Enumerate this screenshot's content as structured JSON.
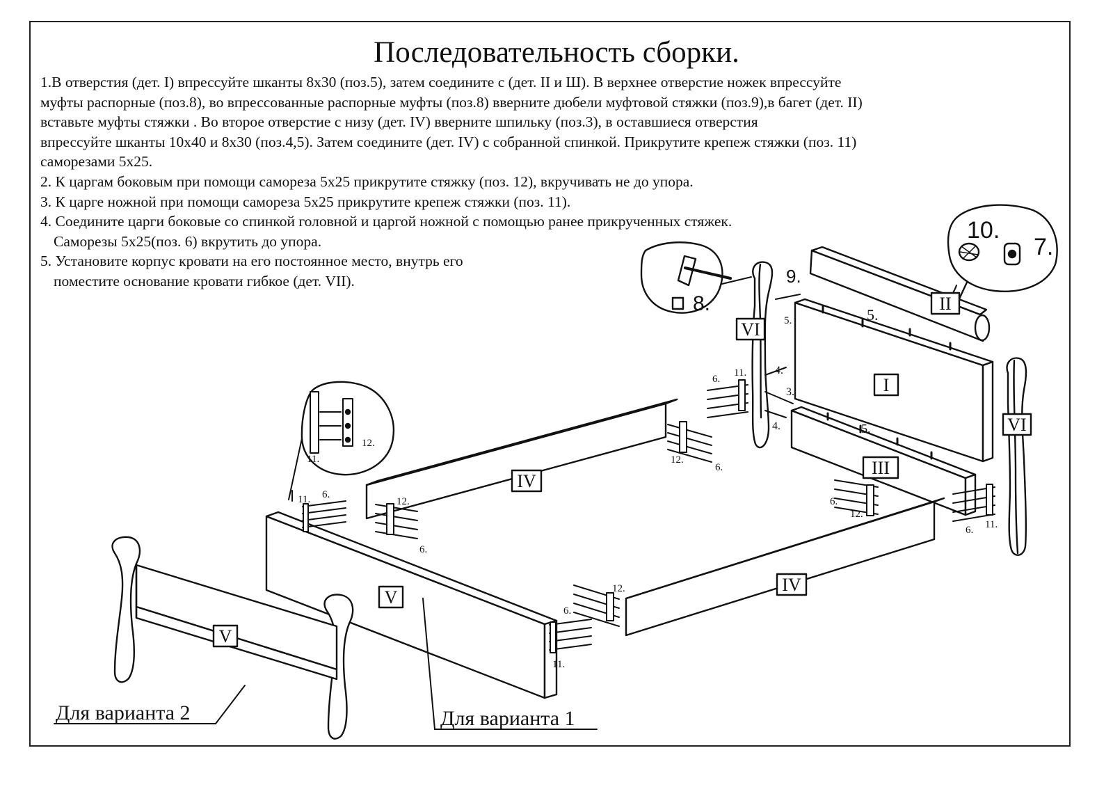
{
  "document": {
    "title": "Последовательность сборки.",
    "steps": [
      "1.В отверстия (дет. I) впрессуйте шканты 8x30 (поз.5), затем соедините с (дет. II и Ш). В верхнее отверстие ножек впрессуйте",
      "муфты распорные (поз.8), во впрессованные распорные муфты (поз.8) вверните дюбели муфтовой стяжки (поз.9),в багет (дет. II)",
      "вставьте муфты стяжки . Во второе отверстие с низу (дет. IV) вверните шпильку (поз.3), в оставшиеся отверстия",
      "впрессуйте шканты 10x40 и 8x30 (поз.4,5). Затем соедините (дет. IV) с собранной спинкой. Прикрутите крепеж стяжки (поз. 11)",
      "саморезами 5x25.",
      "2. К царгам боковым при помощи самореза 5x25 прикрутите стяжку (поз. 12), вкручивать не до упора.",
      "3. К царге ножной при помощи самореза 5x25 прикрутите крепеж стяжки (поз. 11).",
      "4. Соедините царги боковые со спинкой головной и царгой ножной с помощью ранее прикрученных стяжек.",
      "Саморезы 5x25(поз. 6) вкрутить до упора.",
      "5. Установите корпус кровати на его постоянное место, внутрь его",
      "поместите основание кровати гибкое (дет. VII)."
    ]
  },
  "diagram": {
    "part_labels": {
      "I": "I",
      "II": "II",
      "III": "III",
      "IV": "IV",
      "V": "V",
      "VI": "VI"
    },
    "callouts": {
      "n3": "3.",
      "n4": "4.",
      "n5": "5.",
      "n6": "6.",
      "n7": "7.",
      "n8": "8.",
      "n9": "9.",
      "n10": "10.",
      "n11": "11.",
      "n12": "12."
    },
    "variant_1": "Для варианта 1",
    "variant_2": "Для варианта 2"
  }
}
